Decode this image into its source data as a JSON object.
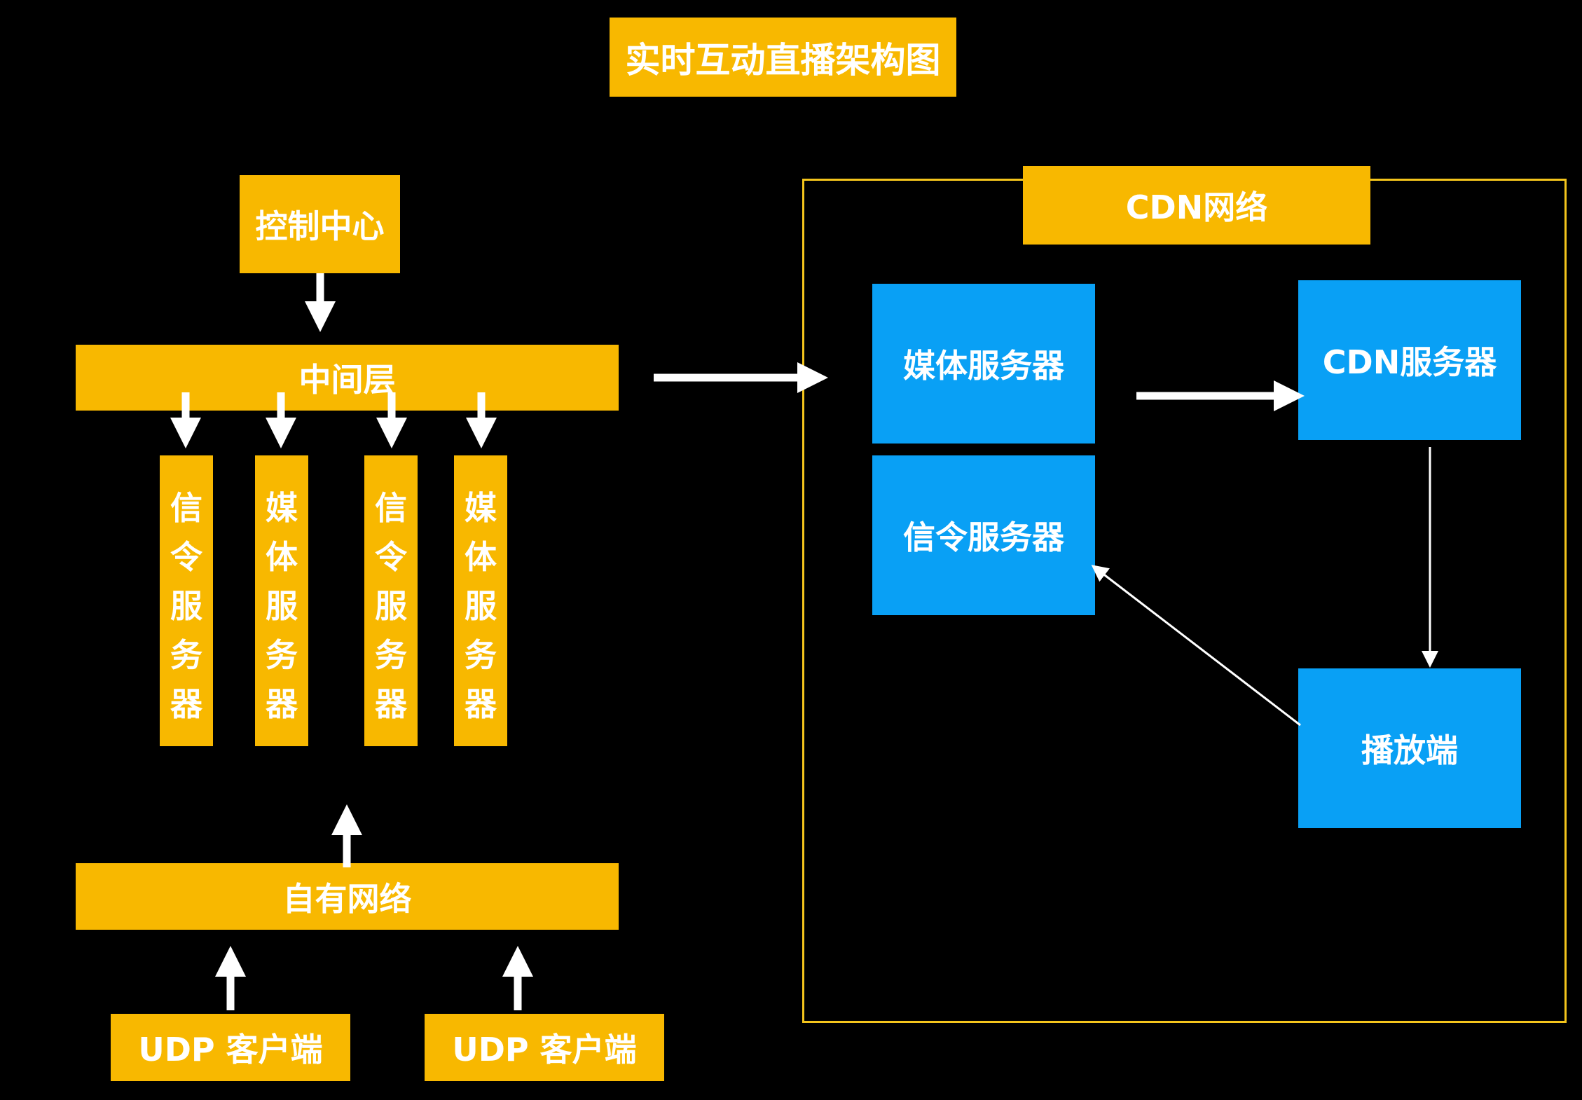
{
  "title": "实时互动直播架构图",
  "left": {
    "control_center": "控制中心",
    "middle_layer": "中间层",
    "servers": [
      {
        "label": "信令服务器",
        "chars": [
          "信",
          "令",
          "服",
          "务",
          "器"
        ]
      },
      {
        "label": "媒体服务器",
        "chars": [
          "媒",
          "体",
          "服",
          "务",
          "器"
        ]
      },
      {
        "label": "信令服务器",
        "chars": [
          "信",
          "令",
          "服",
          "务",
          "器"
        ]
      },
      {
        "label": "媒体服务器",
        "chars": [
          "媒",
          "体",
          "服",
          "务",
          "器"
        ]
      }
    ],
    "own_network": "自有网络",
    "clients": [
      "UDP 客户端",
      "UDP 客户端"
    ]
  },
  "cdn": {
    "title": "CDN网络",
    "media_server": "媒体服务器",
    "signaling_server": "信令服务器",
    "cdn_server": "CDN服务器",
    "player": "播放端"
  },
  "colors": {
    "orange": "#f8b800",
    "blue": "#09a0f5",
    "frame": "#f4c51c",
    "background": "#000000",
    "text": "#ffffff"
  }
}
